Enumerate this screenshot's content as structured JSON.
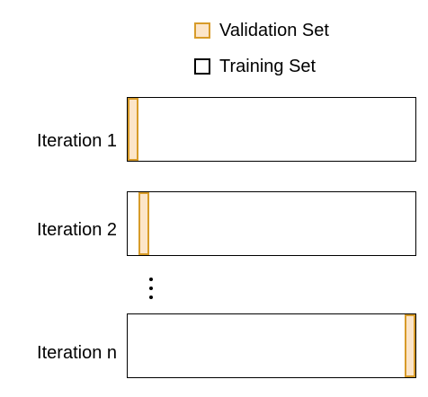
{
  "legend": {
    "validation_label": "Validation Set",
    "training_label": "Training Set",
    "validation_color": "#fce5c9",
    "validation_border": "#d79b29",
    "training_color": "#ffffff"
  },
  "iterations": [
    {
      "label": "Iteration 1",
      "fold_position": "start"
    },
    {
      "label": "Iteration 2",
      "fold_position": "second"
    },
    {
      "label": "Iteration n",
      "fold_position": "end"
    }
  ]
}
